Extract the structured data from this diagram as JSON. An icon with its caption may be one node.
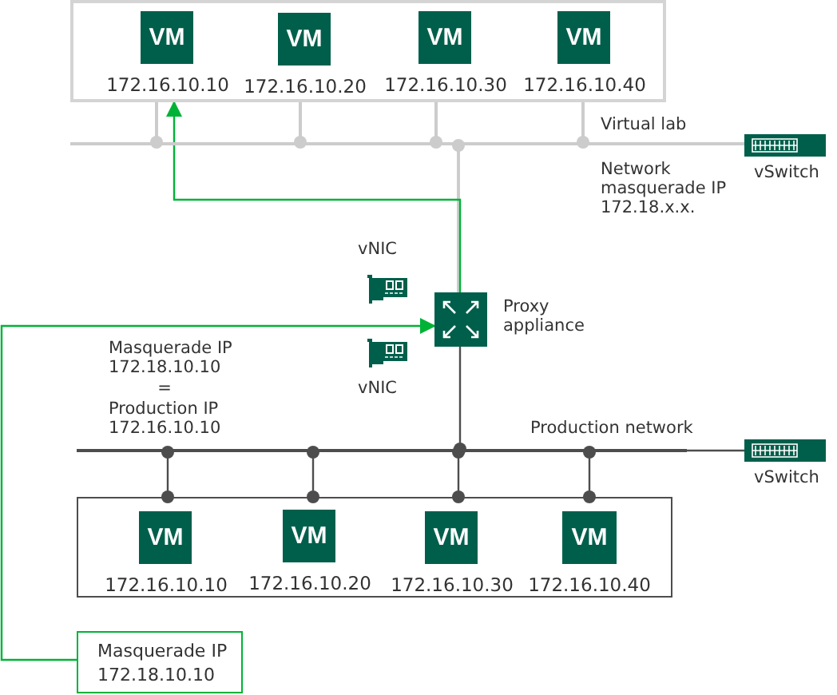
{
  "diagram": {
    "nodes": [
      {
        "text": [],
        "shape": "box"
      },
      {
        "text": [
          "VM"
        ],
        "beside": [
          "172.16.10.10"
        ],
        "in": 0
      },
      {
        "text": [
          "VM"
        ],
        "beside": [
          "172.16.10.20"
        ],
        "in": 0
      },
      {
        "text": [
          "VM"
        ],
        "beside": [
          "172.16.10.30"
        ],
        "in": 0
      },
      {
        "text": [
          "VM"
        ],
        "beside": [
          "172.16.10.40"
        ],
        "in": 0
      },
      {
        "text": [],
        "shape": "bar",
        "beside": [
          "Virtual lab",
          "Network masquerade IP 172.18.x.x."
        ]
      },
      {
        "text": [],
        "shape": "box",
        "beside": [
          "vSwitch"
        ]
      },
      {
        "text": [],
        "shape": "box",
        "beside": [
          "vNIC"
        ]
      },
      {
        "text": [],
        "shape": "box",
        "beside": [
          "Proxy appliance"
        ]
      },
      {
        "text": [],
        "shape": "box",
        "beside": [
          "vNIC"
        ]
      },
      {
        "text": [],
        "shape": "bar",
        "beside": [
          "Production network"
        ]
      },
      {
        "text": [],
        "shape": "box",
        "beside": [
          "vSwitch"
        ]
      },
      {
        "text": [],
        "shape": "box"
      },
      {
        "text": [
          "VM"
        ],
        "beside": [
          "172.16.10.10"
        ],
        "in": 12
      },
      {
        "text": [
          "VM"
        ],
        "beside": [
          "172.16.10.20"
        ],
        "in": 12
      },
      {
        "text": [
          "VM"
        ],
        "beside": [
          "172.16.10.30"
        ],
        "in": 12
      },
      {
        "text": [
          "VM"
        ],
        "beside": [
          "172.16.10.40"
        ],
        "in": 12
      },
      {
        "text": [
          "Masquerade IP 172.18.10.10"
        ]
      }
    ],
    "edges": [
      {
        "from": 0,
        "to": 5,
        "arrow": "other",
        "color": "#cccccc"
      },
      {
        "from": 0,
        "to": 5,
        "arrow": "other",
        "color": "#cccccc"
      },
      {
        "from": 0,
        "to": 5,
        "arrow": "other",
        "color": "#cccccc"
      },
      {
        "from": 0,
        "to": 5,
        "arrow": "other",
        "color": "#cccccc"
      },
      {
        "from": 8,
        "to": 5,
        "arrow": "other",
        "color": "#cccccc"
      },
      {
        "from": 5,
        "to": 6,
        "arrow": "none",
        "color": "#cccccc"
      },
      {
        "from": 8,
        "to": 0,
        "arrow": "to",
        "color": "#00b336"
      },
      {
        "from": 17,
        "to": 8,
        "arrow": "to",
        "color": "#00b336"
      },
      {
        "from": 8,
        "to": 10,
        "arrow": "other",
        "color": "#4d4d4d"
      },
      {
        "from": 10,
        "to": 11,
        "arrow": "none",
        "color": "#4d4d4d"
      },
      {
        "from": 12,
        "to": 10,
        "arrow": "other",
        "color": "#4d4d4d"
      },
      {
        "from": 12,
        "to": 10,
        "arrow": "other",
        "color": "#4d4d4d"
      },
      {
        "from": 12,
        "to": 10,
        "arrow": "other",
        "color": "#4d4d4d"
      },
      {
        "from": 12,
        "to": 10,
        "arrow": "other",
        "color": "#4d4d4d"
      }
    ],
    "labels": [
      "Masquerade IP 172.18.10.10",
      "=",
      "Production IP 172.16.10.10"
    ]
  }
}
